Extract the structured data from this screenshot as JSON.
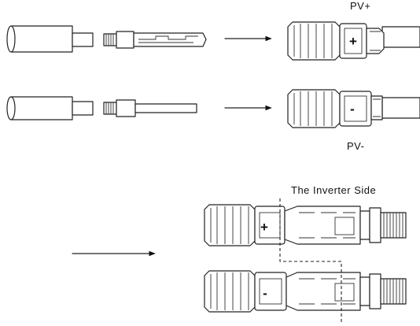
{
  "labels": {
    "pv_plus": "PV+",
    "pv_minus": "PV-",
    "inverter_side": "The Inverter  Side"
  },
  "symbols": {
    "plus": "+",
    "minus": "-"
  },
  "colors": {
    "line": "#222222",
    "background": "#ffffff"
  }
}
